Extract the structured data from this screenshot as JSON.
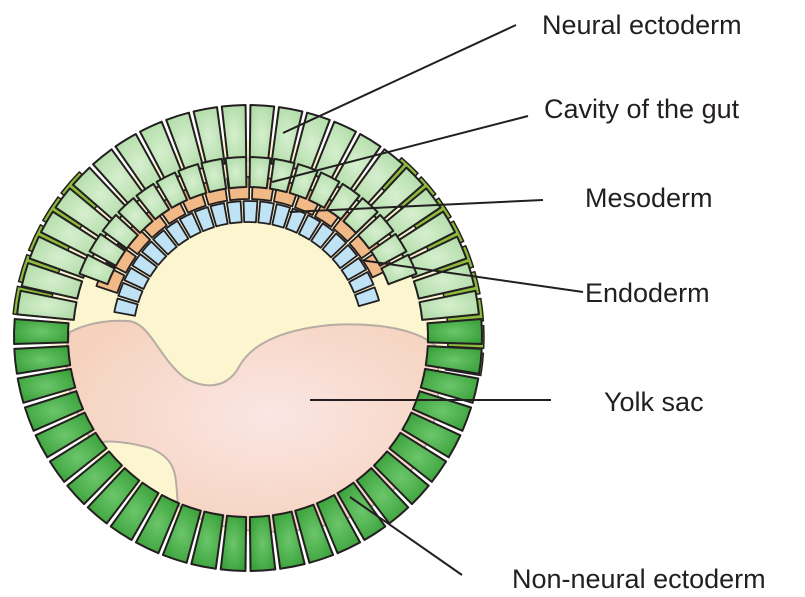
{
  "labels": {
    "neural_ectoderm": "Neural ectoderm",
    "cavity_of_the_gut": "Cavity of the gut",
    "mesoderm": "Mesoderm",
    "endoderm": "Endoderm",
    "yolk_sac": "Yolk sac",
    "non_neural_ectoderm": "Non-neural ectoderm"
  },
  "colors": {
    "neural_ectoderm": "#b8dfb0",
    "non_neural_ectoderm": "#3ba83a",
    "olive_cells": "#8dbb3c",
    "mesoderm": "#f0b986",
    "endoderm": "#bfe3f4",
    "gut_cavity": "#fbf6d0",
    "yolk_sac": "#f6d3c0",
    "outline": "#231f20"
  }
}
